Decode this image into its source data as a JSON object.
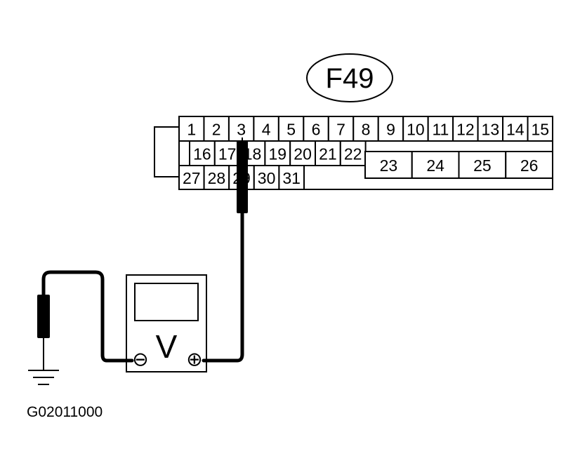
{
  "connector": {
    "label": "F49",
    "row1": [
      "1",
      "2",
      "3",
      "4",
      "5",
      "6",
      "7",
      "8",
      "9",
      "10",
      "11",
      "12",
      "13",
      "14",
      "15"
    ],
    "row2": [
      "16",
      "17",
      "18",
      "19",
      "20",
      "21",
      "22"
    ],
    "row2_wide": [
      "23",
      "24",
      "25",
      "26"
    ],
    "row3": [
      "27",
      "28",
      "29",
      "30",
      "31"
    ]
  },
  "meter": {
    "mode": "V",
    "negative_terminal": "⊖",
    "positive_terminal": "⊕"
  },
  "probe": {
    "pin": "3"
  },
  "figure_code": "G02011000",
  "colors": {
    "ink": "#000000",
    "paper": "#ffffff"
  }
}
